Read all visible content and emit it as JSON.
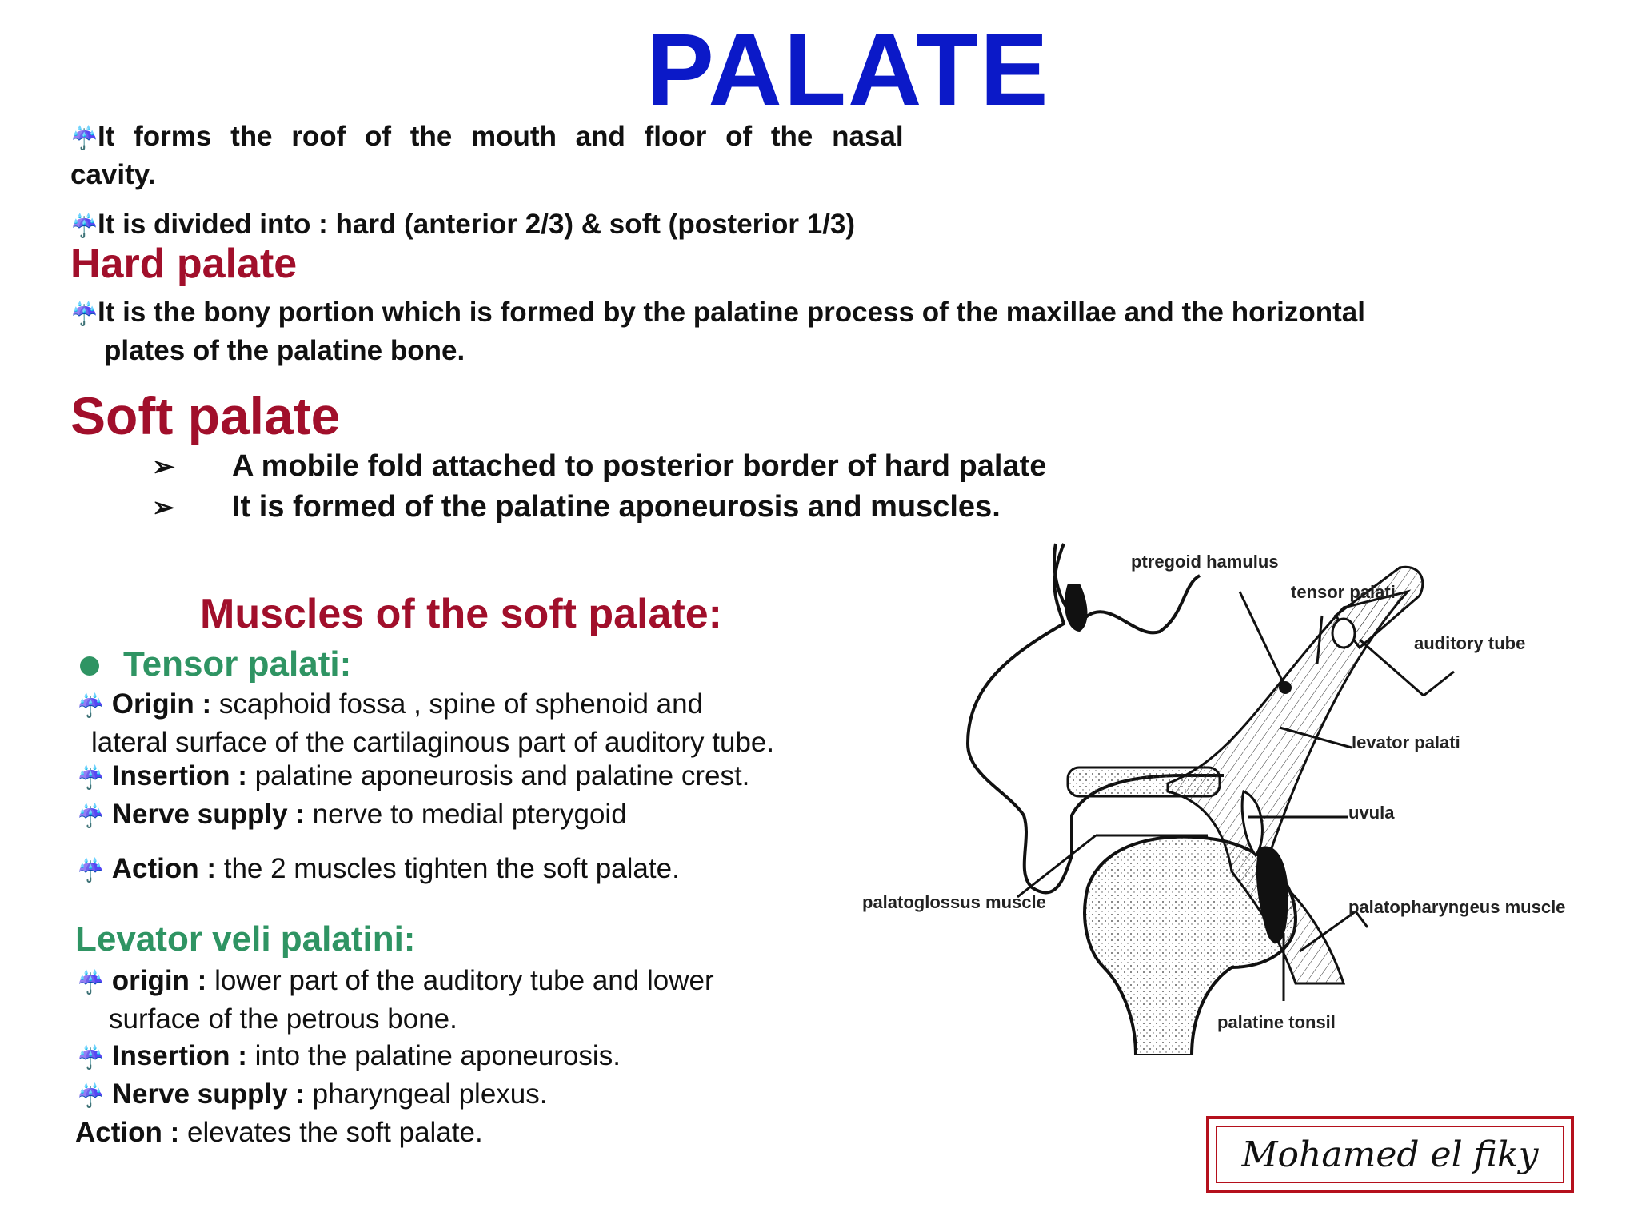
{
  "title": "PALATE",
  "intro": {
    "line1a": "It forms the roof of the mouth and floor of the nasal",
    "line1b": "cavity.",
    "line2": "It is divided into : hard (anterior 2/3) & soft (posterior 1/3)"
  },
  "hard_palate": {
    "heading": "Hard palate",
    "line1": "It is the bony portion which is formed by the palatine process of the maxillae and the horizontal",
    "line2": "plates of the palatine bone."
  },
  "soft_palate": {
    "heading": "Soft palate",
    "arrow_glyph": "➢",
    "points": [
      "A mobile fold attached to posterior border of hard palate",
      "It is formed of the palatine aponeurosis and muscles."
    ]
  },
  "muscles": {
    "heading": "Muscles of the soft palate:",
    "tensor": {
      "heading": "Tensor palati:",
      "origin_label": "Origin :",
      "origin_text": "scaphoid fossa , spine of sphenoid and",
      "origin_cont": "lateral surface of the cartilaginous part of auditory tube.",
      "insertion_label": "Insertion :",
      "insertion_text": "palatine aponeurosis and palatine crest.",
      "nerve_label": "Nerve supply :",
      "nerve_text": "nerve to medial pterygoid",
      "action_label": "Action :",
      "action_text": "the 2 muscles tighten the soft palate."
    },
    "levator": {
      "heading": "Levator veli palatini:",
      "origin_label": "origin :",
      "origin_text": "lower part of the auditory tube and lower",
      "origin_cont": "surface of the petrous bone.",
      "insertion_label": "Insertion :",
      "insertion_text": "into the palatine aponeurosis.",
      "nerve_label": "Nerve supply :",
      "nerve_text": "pharyngeal plexus.",
      "action_label": "Action :",
      "action_text": "elevates the soft palate."
    }
  },
  "diagram": {
    "labels": {
      "ptregoid_hamulus": "ptregoid hamulus",
      "tensor_palati": "tensor palati",
      "auditory_tube": "auditory tube",
      "levator_palati": "levator palati",
      "uvula": "uvula",
      "palatoglossus": "palatoglossus muscle",
      "palatopharyngeus": "palatopharyngeus muscle",
      "palatine_tonsil": "palatine tonsil"
    }
  },
  "signature": "Mohamed el fiky",
  "icons": {
    "bullet": "cloud-rain-icon",
    "dot": "green-dot-icon"
  },
  "colors": {
    "title": "#0b19c8",
    "heading_red": "#a10f2b",
    "heading_green": "#2f9463",
    "signature_border": "#b5101c"
  }
}
